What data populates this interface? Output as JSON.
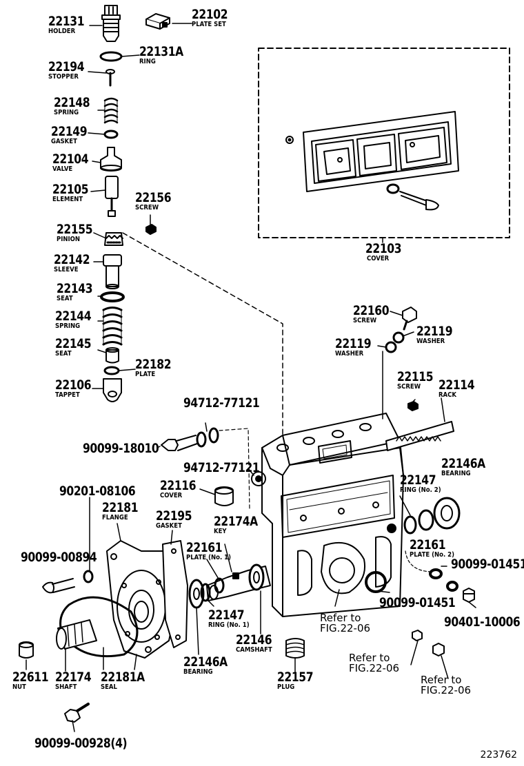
{
  "figure_number": "223762",
  "labels": [
    {
      "id": "l1",
      "number": "22131",
      "name": "HOLDER"
    },
    {
      "id": "l2",
      "number": "22102",
      "name": "PLATE SET"
    },
    {
      "id": "l3",
      "number": "22131A",
      "name": "RING"
    },
    {
      "id": "l4",
      "number": "22194",
      "name": "STOPPER"
    },
    {
      "id": "l5",
      "number": "22148",
      "name": "SPRING"
    },
    {
      "id": "l6",
      "number": "22149",
      "name": "GASKET"
    },
    {
      "id": "l7",
      "number": "22104",
      "name": "VALVE"
    },
    {
      "id": "l8",
      "number": "22105",
      "name": "ELEMENT"
    },
    {
      "id": "l9",
      "number": "22156",
      "name": "SCREW"
    },
    {
      "id": "l10",
      "number": "22155",
      "name": "PINION"
    },
    {
      "id": "l11",
      "number": "22142",
      "name": "SLEEVE"
    },
    {
      "id": "l12",
      "number": "22143",
      "name": "SEAT"
    },
    {
      "id": "l13",
      "number": "22144",
      "name": "SPRING"
    },
    {
      "id": "l14",
      "number": "22145",
      "name": "SEAT"
    },
    {
      "id": "l15",
      "number": "22182",
      "name": "PLATE"
    },
    {
      "id": "l16",
      "number": "22106",
      "name": "TAPPET"
    },
    {
      "id": "l17",
      "number": "22103",
      "name": "COVER"
    },
    {
      "id": "l18",
      "number": "22160",
      "name": "SCREW"
    },
    {
      "id": "l19",
      "number": "22119",
      "name": "WASHER"
    },
    {
      "id": "l20",
      "number": "22119",
      "name": "WASHER"
    },
    {
      "id": "l21",
      "number": "22115",
      "name": "SCREW"
    },
    {
      "id": "l22",
      "number": "22114",
      "name": "RACK"
    },
    {
      "id": "l23",
      "number": "94712-77121",
      "name": ""
    },
    {
      "id": "l24",
      "number": "90099-18010",
      "name": ""
    },
    {
      "id": "l25",
      "number": "94712-77121",
      "name": ""
    },
    {
      "id": "l26",
      "number": "22146A",
      "name": "BEARING"
    },
    {
      "id": "l27",
      "number": "22147",
      "name": "RING (No. 2)"
    },
    {
      "id": "l28",
      "number": "22116",
      "name": "COVER"
    },
    {
      "id": "l29",
      "number": "90201-08106",
      "name": ""
    },
    {
      "id": "l30",
      "number": "22181",
      "name": "FLANGE"
    },
    {
      "id": "l31",
      "number": "22195",
      "name": "GASKET"
    },
    {
      "id": "l32",
      "number": "22174A",
      "name": "KEY"
    },
    {
      "id": "l33",
      "number": "22161",
      "name": "PLATE (No. 2)"
    },
    {
      "id": "l34",
      "number": "90099-00894",
      "name": ""
    },
    {
      "id": "l35",
      "number": "22161",
      "name": "PLATE (No. 1)"
    },
    {
      "id": "l36",
      "number": "90099-01451",
      "name": ""
    },
    {
      "id": "l37",
      "number": "90099-01451",
      "name": ""
    },
    {
      "id": "l38",
      "number": "22147",
      "name": "RING (No. 1)"
    },
    {
      "id": "l39",
      "number": "90401-10006",
      "name": ""
    },
    {
      "id": "l40",
      "number": "22146",
      "name": "CAMSHAFT"
    },
    {
      "id": "l41",
      "number": "22146A",
      "name": "BEARING"
    },
    {
      "id": "l42",
      "number": "22157",
      "name": "PLUG"
    },
    {
      "id": "l43",
      "number": "22611",
      "name": "NUT"
    },
    {
      "id": "l44",
      "number": "22174",
      "name": "SHAFT"
    },
    {
      "id": "l45",
      "number": "22181A",
      "name": "SEAL"
    },
    {
      "id": "l46",
      "number": "90099-00928(4)",
      "name": ""
    }
  ],
  "refs": [
    {
      "id": "r1",
      "line1": "Refer to",
      "line2": "FIG.22-06"
    },
    {
      "id": "r2",
      "line1": "Refer to",
      "line2": "FIG.22-06"
    },
    {
      "id": "r3",
      "line1": "Refer to",
      "line2": "FIG.22-06"
    }
  ]
}
